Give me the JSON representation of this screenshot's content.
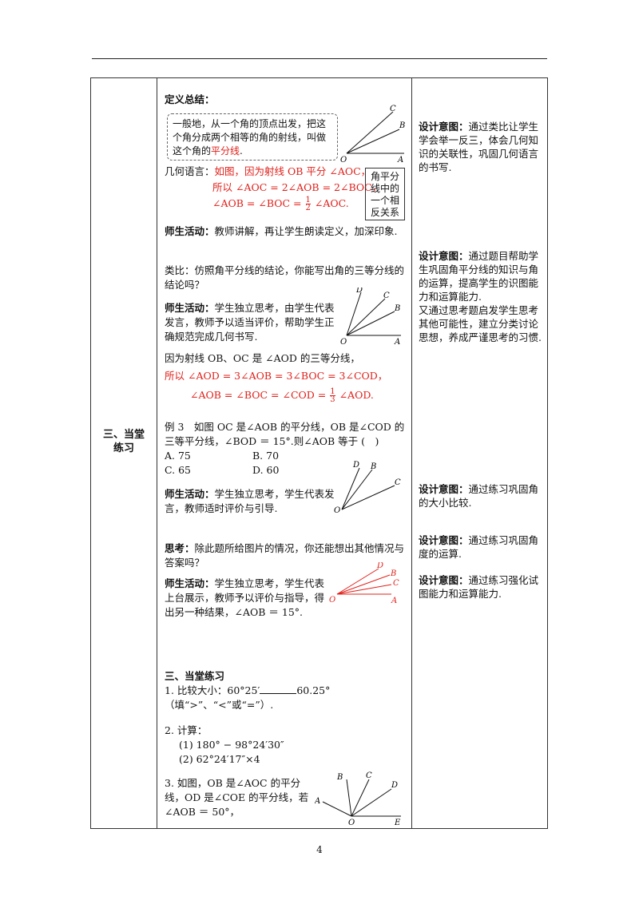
{
  "page_number": "4",
  "section_label": "三、当堂\n练习",
  "definition": {
    "heading": "定义总结：",
    "box_text": "一般地，从一个角的顶点出发，把这个角分成两个相等的角的射线，叫做这个角的",
    "box_term": "平分线",
    "box_end": ".",
    "geo_prefix": "几何语言：",
    "geo_line1": "如图，因为射线 OB 平分 ∠AOC，",
    "geo_line2": "所以 ∠AOC = 2∠AOB = 2∠BOC，",
    "geo_line3_pre": "∠AOB = ∠BOC =",
    "geo_line3_post": "∠AOC.",
    "frac_num": "1",
    "frac_den": "2",
    "side_box": "角平分线中的一个相反关系"
  },
  "activity1": {
    "label": "师生活动：",
    "text": "教师讲解，再让学生朗读定义，加深印象."
  },
  "analogy": "类比：仿照角平分线的结论，你能写出角的三等分线的结论吗？",
  "activity2": {
    "label": "师生活动：",
    "text": "学生独立思考，由学生代表发言，教师予以适当评价，帮助学生正确规范完成几何书写."
  },
  "trisect": {
    "line1": "因为射线 OB、OC 是 ∠AOD 的三等分线，",
    "line2": "所以 ∠AOD = 3∠AOB = 3∠BOC = 3∠COD，",
    "line3_pre": "∠AOB = ∠BOC = ∠COD =",
    "line3_post": "∠AOD.",
    "frac_num": "1",
    "frac_den": "3"
  },
  "example3": {
    "text": "例 3　如图 OC 是∠AOB 的平分线，OB 是∠COD 的三等平分线，∠BOD ＝ 15°.则∠AOB 等于 (　)",
    "opt_a": "A. 75",
    "opt_b": "B. 70",
    "opt_c": "C. 65",
    "opt_d": "D. 60"
  },
  "activity3": {
    "label": "师生活动：",
    "text": "学生独立思考，学生代表发言，教师适时评价与引导."
  },
  "think": {
    "label": "思考：",
    "text": "除此题所给图片的情况，你还能想出其他情况与答案吗？"
  },
  "activity4": {
    "label": "师生活动：",
    "text": "学生独立思考，学生代表上台展示，教师予以评价与指导，得出另一种结果，∠AOB ＝ 15°."
  },
  "practice": {
    "heading": "三、当堂练习",
    "q1_pre": "1. 比较大小：60°25′",
    "q1_post": "60.25°（填“>”、“<”或“=”）.",
    "q2_head": "2. 计算：",
    "q2_a": "(1) 180° − 98°24′30″",
    "q2_b": "(2) 62°24′17″×4",
    "q3": "3. 如图，OB 是∠AOC 的平分线，OD 是∠COE 的平分线，若∠AOB ＝ 50°，"
  },
  "notes": [
    {
      "label": "设计意图：",
      "text": "通过类比让学生学会举一反三，体会几何知识的关联性，巩固几何语言的书写."
    },
    {
      "label": "设计意图：",
      "text": "通过题目帮助学生巩固角平分线的知识与角的运算，提高学生的识图能力和运算能力."
    },
    {
      "label": "",
      "text": "又通过思考题启发学生思考其他可能性，建立分类讨论思想，养成严谨思考的习惯."
    },
    {
      "label": "设计意图：",
      "text": "通过练习巩固角的大小比较."
    },
    {
      "label": "设计意图：",
      "text": "通过练习巩固角度的运算."
    },
    {
      "label": "设计意图：",
      "text": "通过练习强化试图能力和运算能力."
    }
  ],
  "figure_labels": {
    "fig1": [
      "C",
      "B",
      "O",
      "A"
    ],
    "fig2": [
      "D",
      "C",
      "B",
      "O",
      "A"
    ],
    "fig3": [
      "D",
      "B",
      "C",
      "O"
    ],
    "fig4": [
      "D",
      "B",
      "C",
      "O",
      "A"
    ],
    "fig5": [
      "B",
      "C",
      "D",
      "A",
      "O",
      "E"
    ]
  },
  "colors": {
    "accent_red": "#e0201a"
  }
}
